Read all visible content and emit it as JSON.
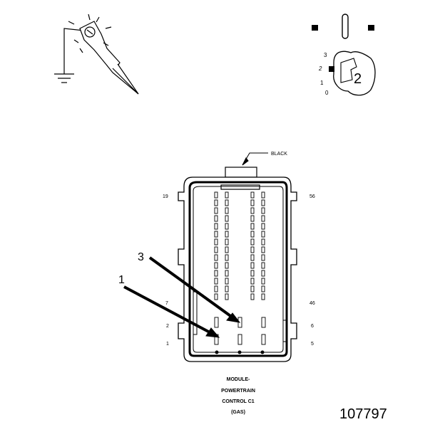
{
  "connector": {
    "label": "BLACK",
    "title_lines": [
      "MODULE-",
      "POWERTRAIN",
      "CONTROL C1",
      "(GAS)"
    ],
    "pins": {
      "top_left": "19",
      "top_right": "56",
      "left_7": "7",
      "left_2": "2",
      "left_1": "1",
      "right_46": "46",
      "right_6": "6",
      "right_5": "5"
    }
  },
  "callouts": {
    "one": "1",
    "three": "3"
  },
  "switch": {
    "positions": [
      "3",
      "2",
      "1",
      "0"
    ],
    "setting": "2"
  },
  "figure_id": "107797",
  "icons": {
    "probe": "test-probe-icon",
    "ground": "ground-symbol-icon",
    "switch": "rotary-switch-icon"
  }
}
